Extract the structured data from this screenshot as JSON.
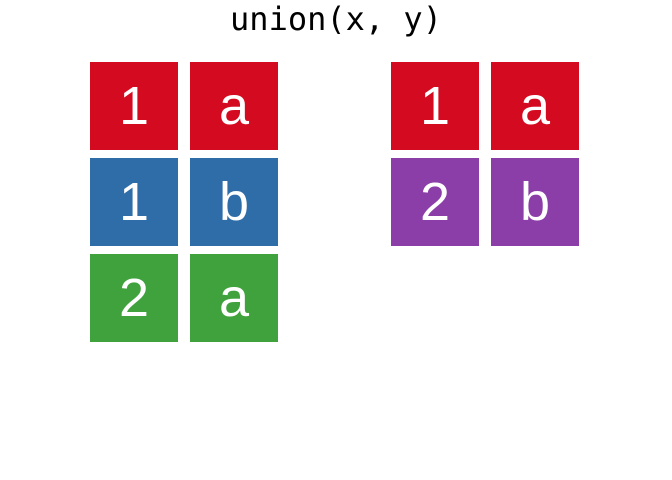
{
  "title": "union(x, y)",
  "palette": {
    "red": "#d40a20",
    "blue": "#2f6da8",
    "green": "#3fa23d",
    "purple": "#8b3da8",
    "cell_text": "#ffffff",
    "title_text": "#000000",
    "background": "#ffffff"
  },
  "tables": {
    "x": {
      "rows": [
        {
          "values": [
            "1",
            "a"
          ],
          "color": "red"
        },
        {
          "values": [
            "1",
            "b"
          ],
          "color": "blue"
        },
        {
          "values": [
            "2",
            "a"
          ],
          "color": "green"
        }
      ]
    },
    "y": {
      "rows": [
        {
          "values": [
            "1",
            "a"
          ],
          "color": "red"
        },
        {
          "values": [
            "2",
            "b"
          ],
          "color": "purple"
        }
      ]
    }
  }
}
